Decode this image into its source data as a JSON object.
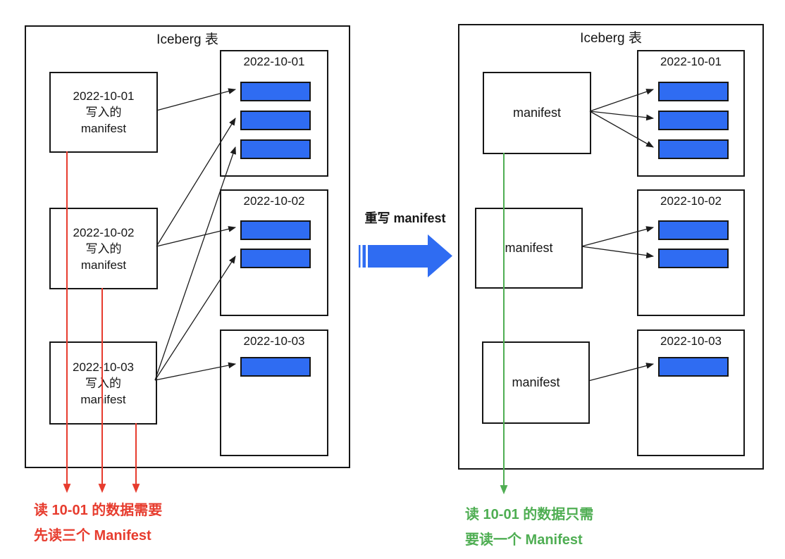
{
  "left_table": {
    "title": "Iceberg 表",
    "manifests": [
      {
        "line1": "2022-10-01",
        "line2": "写入的",
        "line3": "manifest"
      },
      {
        "line1": "2022-10-02",
        "line2": "写入的",
        "line3": "manifest"
      },
      {
        "line1": "2022-10-03",
        "line2": "写入的",
        "line3": "manifest"
      }
    ],
    "partitions": [
      {
        "title": "2022-10-01",
        "file_count": 3
      },
      {
        "title": "2022-10-02",
        "file_count": 2
      },
      {
        "title": "2022-10-03",
        "file_count": 1
      }
    ],
    "note_line1": "读 10-01 的数据需要",
    "note_line2": "先读三个 Manifest"
  },
  "transition": {
    "label": "重写 manifest"
  },
  "right_table": {
    "title": "Iceberg 表",
    "manifests": [
      {
        "label": "manifest"
      },
      {
        "label": "manifest"
      },
      {
        "label": "manifest"
      }
    ],
    "partitions": [
      {
        "title": "2022-10-01",
        "file_count": 3
      },
      {
        "title": "2022-10-02",
        "file_count": 2
      },
      {
        "title": "2022-10-03",
        "file_count": 1
      }
    ],
    "note_line1": "读 10-01 的数据只需",
    "note_line2": "要读一个 Manifest"
  },
  "colors": {
    "data_file_blue": "#2f6cf2",
    "arrow_blue": "#2f6cf2",
    "note_red": "#e73c2e",
    "note_green": "#4fae53"
  }
}
